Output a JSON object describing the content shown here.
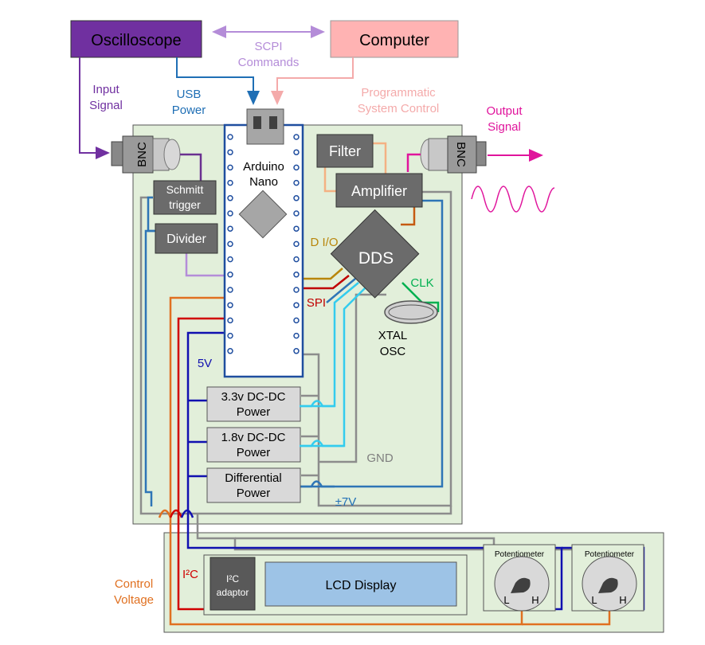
{
  "blocks": {
    "oscilloscope": "Oscilloscope",
    "computer": "Computer",
    "arduino_line1": "Arduino",
    "arduino_line2": "Nano",
    "filter": "Filter",
    "amplifier": "Amplifier",
    "dds": "DDS",
    "schmitt_line1": "Schmitt",
    "schmitt_line2": "trigger",
    "divider": "Divider",
    "bnc": "BNC",
    "xtal_line1": "XTAL",
    "xtal_line2": "OSC",
    "dcdc33_line1": "3.3v DC-DC",
    "dcdc33_line2": "Power",
    "dcdc18_line1": "1.8v DC-DC",
    "dcdc18_line2": "Power",
    "diff_line1": "Differential",
    "diff_line2": "Power",
    "i2c_adaptor_line1": "I²C",
    "i2c_adaptor_line2": "adaptor",
    "lcd": "LCD Display",
    "potentiometer": "Potentiometer",
    "pot_low": "L",
    "pot_high": "H"
  },
  "labels": {
    "scpi_line1": "SCPI",
    "scpi_line2": "Commands",
    "input_line1": "Input",
    "input_line2": "Signal",
    "usb_line1": "USB",
    "usb_line2": "Power",
    "prog_line1": "Programmatic",
    "prog_line2": "System Control",
    "output_line1": "Output",
    "output_line2": "Signal",
    "dio": "D I/O",
    "spi": "SPI",
    "clk": "CLK",
    "v5": "5V",
    "gnd": "GND",
    "pm7v": "±7V",
    "i2c": "I²C",
    "control_line1": "Control",
    "control_line2": "Voltage"
  },
  "colors": {
    "purple": "#7030A0",
    "purple_light": "#B48CD8",
    "computer_pink": "#FFB3B3",
    "usb_blue": "#1F6FB5",
    "gray_box": "#6B6B6B",
    "board_green": "#E2EFDA",
    "lcd_blue": "#9DC3E6",
    "orange": "#E07020",
    "red": "#D00000",
    "navy": "#1010B0",
    "cyan": "#33CCEE",
    "gold": "#B8860B",
    "green": "#00B050",
    "magenta": "#E0149C",
    "peach": "#F4B183"
  }
}
